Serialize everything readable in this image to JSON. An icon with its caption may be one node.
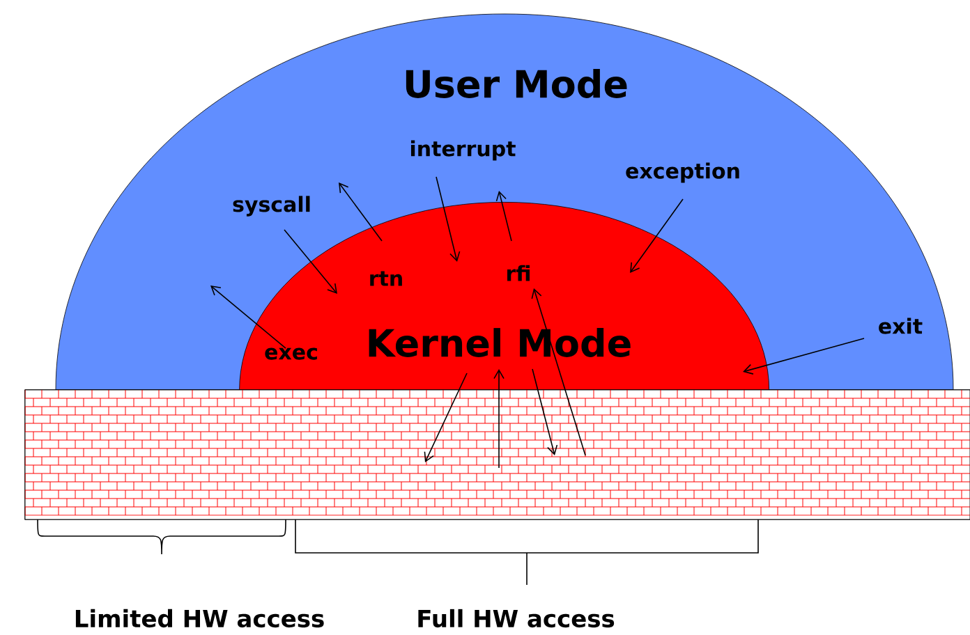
{
  "diagram": {
    "nodes": [
      {
        "text": [
          "User Mode"
        ]
      },
      {
        "text": [
          "Kernel Mode"
        ],
        "in": 0
      },
      {
        "text": [],
        "shape": "box"
      }
    ],
    "edges": [
      {
        "from": null,
        "to": 1,
        "arrow": "to",
        "label": "syscall"
      },
      {
        "from": 1,
        "to": null,
        "arrow": "to",
        "label": "rtn"
      },
      {
        "from": null,
        "to": 1,
        "arrow": "to",
        "label": "interrupt"
      },
      {
        "from": 1,
        "to": null,
        "arrow": "to",
        "label": "rfi"
      },
      {
        "from": null,
        "to": 1,
        "arrow": "to",
        "label": "exception"
      },
      {
        "from": 1,
        "to": null,
        "arrow": "to",
        "label": "exec"
      },
      {
        "from": null,
        "to": 1,
        "arrow": "to",
        "label": "exit"
      },
      {
        "from": 1,
        "to": 2,
        "arrow": "to"
      },
      {
        "from": 2,
        "to": 1,
        "arrow": "to"
      },
      {
        "from": 1,
        "to": 2,
        "arrow": "to"
      },
      {
        "from": 2,
        "to": 1,
        "arrow": "to"
      }
    ],
    "labels": [
      "Limited HW access",
      "Full HW access"
    ]
  }
}
